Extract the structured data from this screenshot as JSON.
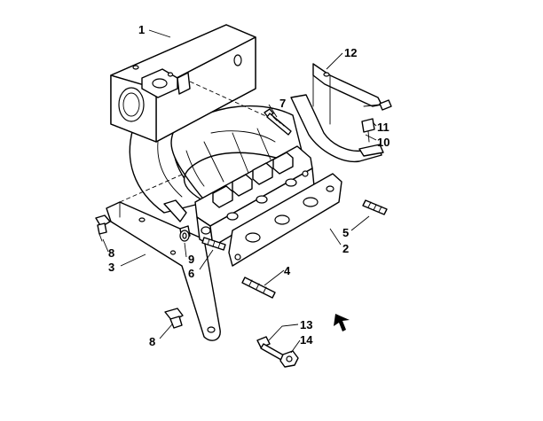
{
  "diagram": {
    "callouts": [
      {
        "id": "c1",
        "label": "1"
      },
      {
        "id": "c12",
        "label": "12"
      },
      {
        "id": "c7",
        "label": "7"
      },
      {
        "id": "c11",
        "label": "11"
      },
      {
        "id": "c10",
        "label": "10"
      },
      {
        "id": "c5",
        "label": "5"
      },
      {
        "id": "c2",
        "label": "2"
      },
      {
        "id": "c8a",
        "label": "8"
      },
      {
        "id": "c3",
        "label": "3"
      },
      {
        "id": "c9",
        "label": "9"
      },
      {
        "id": "c6",
        "label": "6"
      },
      {
        "id": "c4",
        "label": "4"
      },
      {
        "id": "c13",
        "label": "13"
      },
      {
        "id": "c14",
        "label": "14"
      },
      {
        "id": "c8b",
        "label": "8"
      }
    ]
  }
}
